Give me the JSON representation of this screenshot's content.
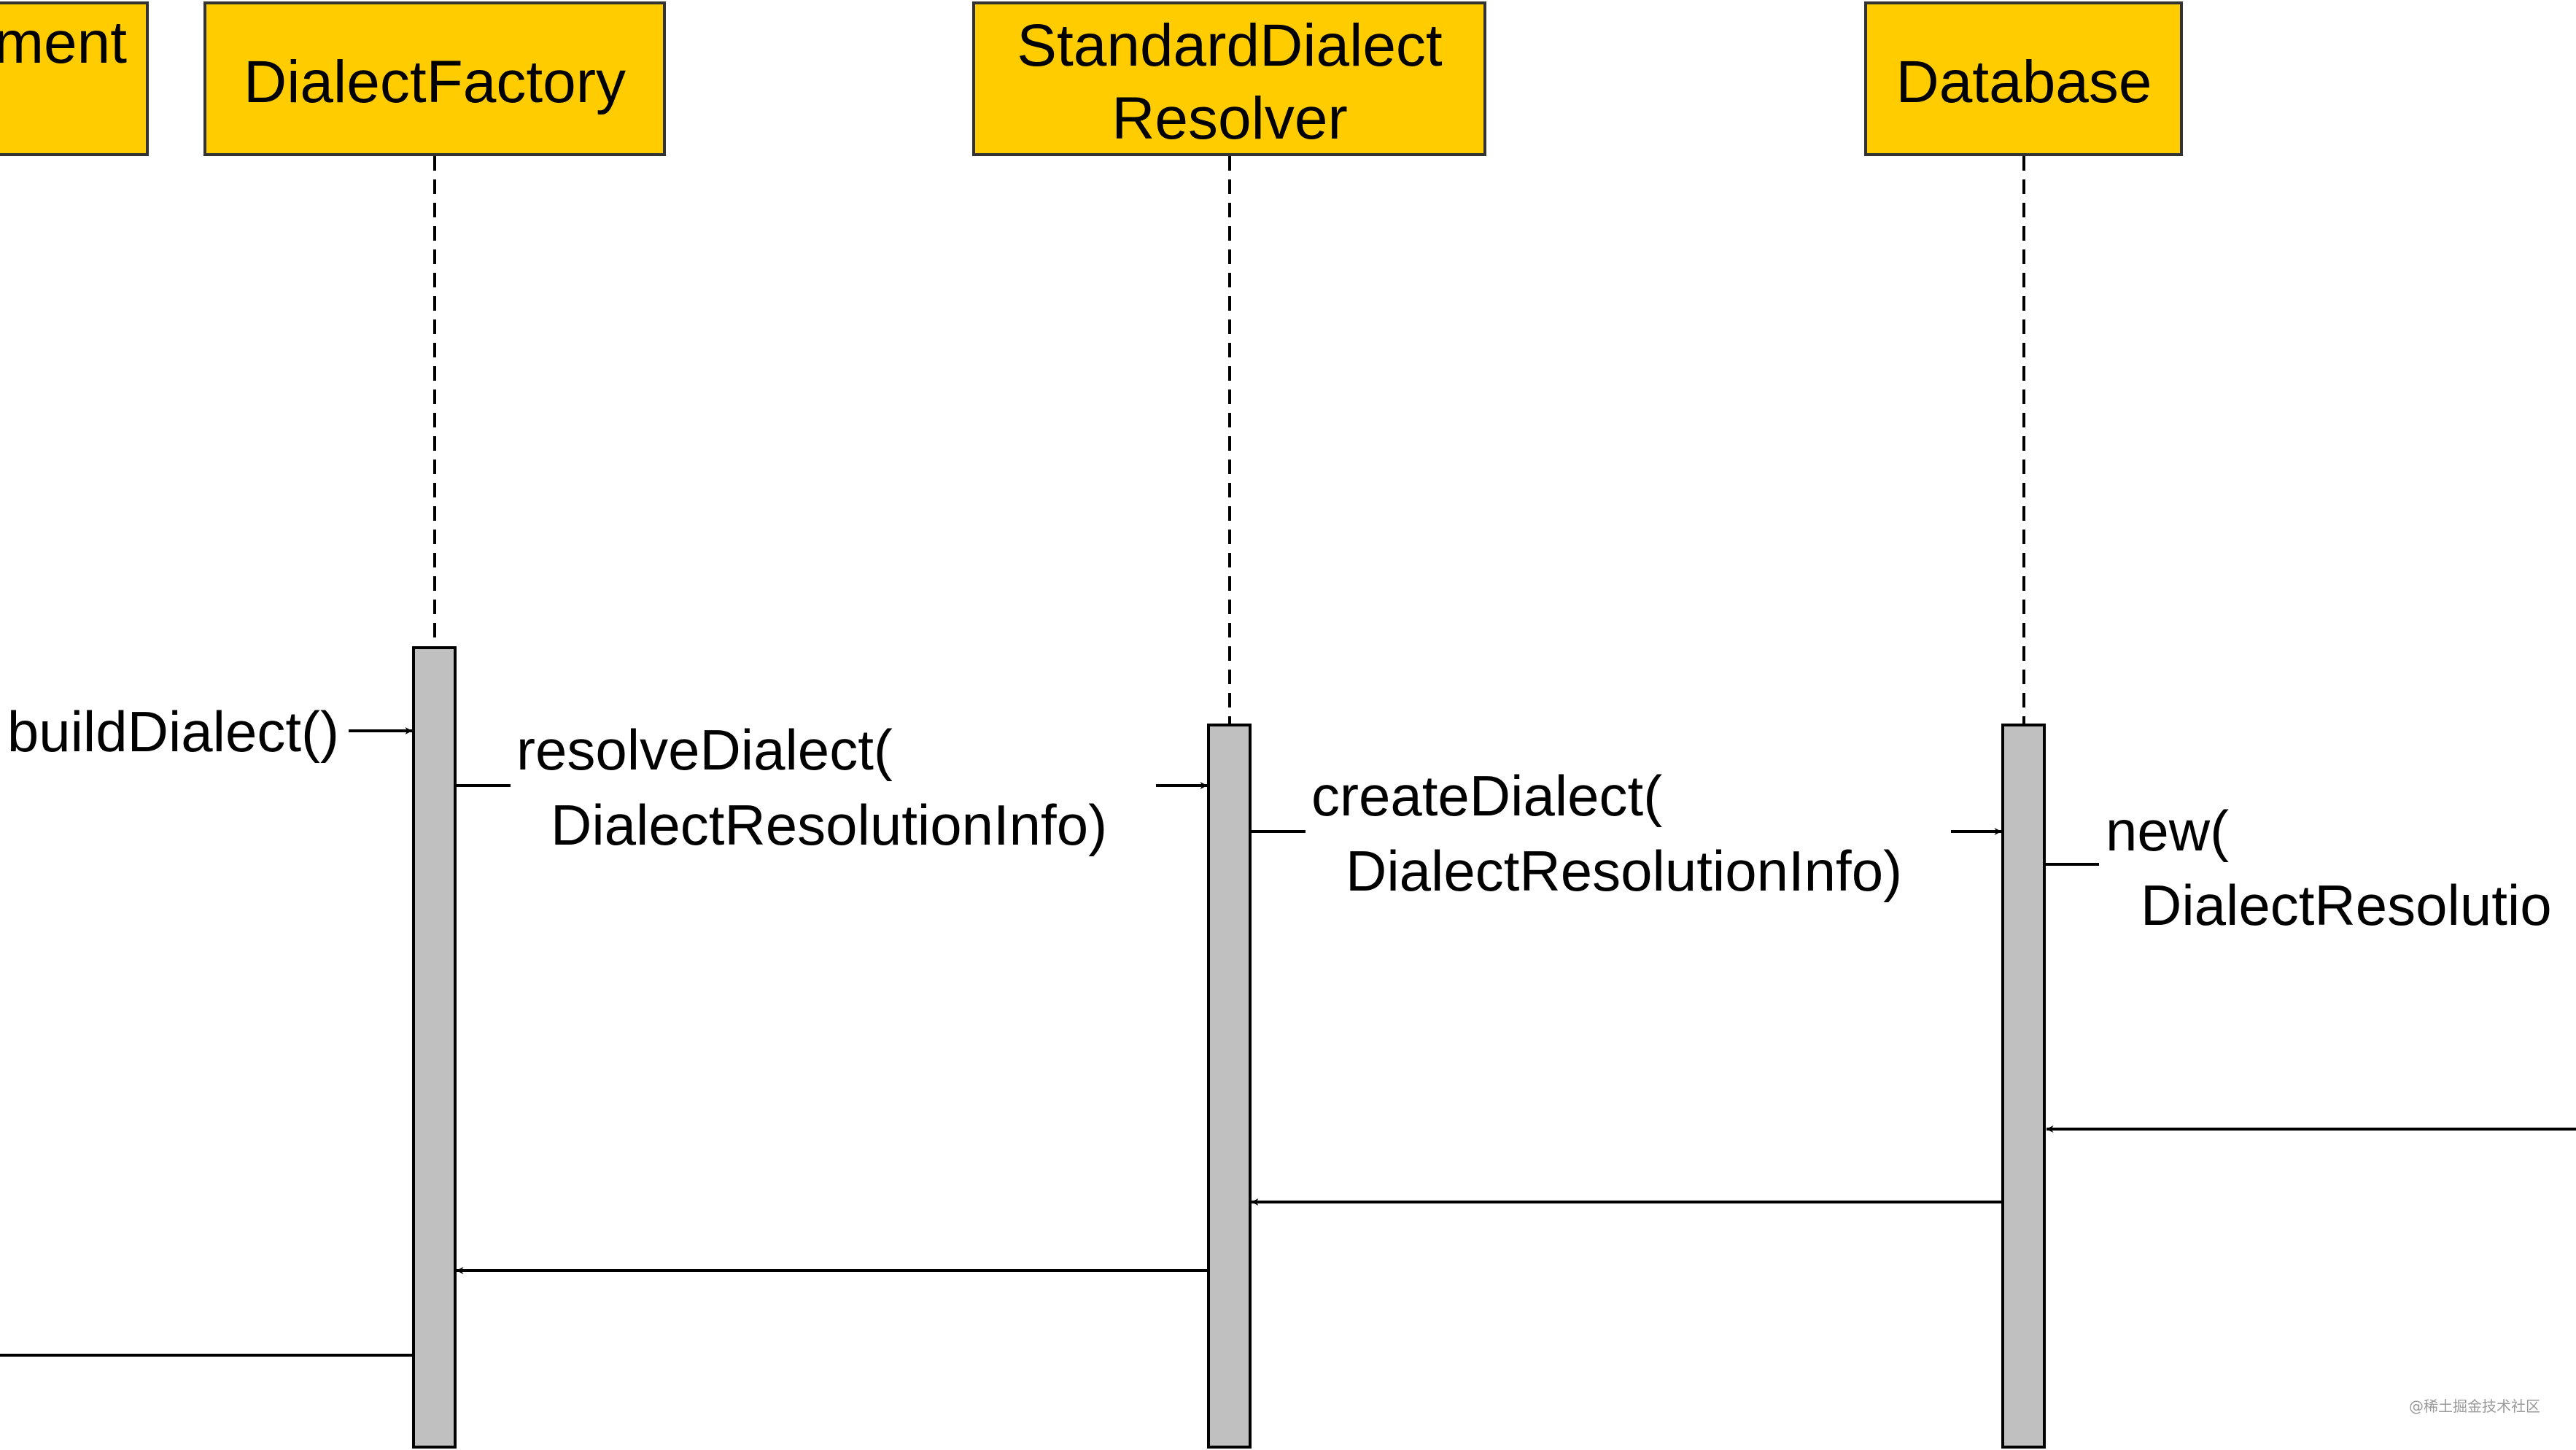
{
  "diagram": {
    "type": "sequence",
    "colors": {
      "participant_fill": "#FFCC00",
      "participant_border": "#333333",
      "activation_fill": "#C0C0C0",
      "line": "#000000"
    },
    "participants": [
      {
        "id": "p0",
        "lines": [
          "ment"
        ]
      },
      {
        "id": "p1",
        "lines": [
          "DialectFactory"
        ]
      },
      {
        "id": "p2",
        "lines": [
          "StandardDialect",
          "Resolver"
        ]
      },
      {
        "id": "p3",
        "lines": [
          "Database"
        ]
      }
    ],
    "messages": [
      {
        "id": "m1",
        "from": "p0",
        "to": "p1",
        "kind": "call",
        "lines": [
          "buildDialect()"
        ]
      },
      {
        "id": "m2",
        "from": "p1",
        "to": "p2",
        "kind": "call",
        "lines": [
          "resolveDialect(",
          "DialectResolutionInfo)"
        ]
      },
      {
        "id": "m3",
        "from": "p2",
        "to": "p3",
        "kind": "call",
        "lines": [
          "createDialect(",
          "DialectResolutionInfo)"
        ]
      },
      {
        "id": "m4",
        "from": "p3",
        "to": "off-right",
        "kind": "call",
        "lines": [
          "new(",
          "DialectResolutio"
        ]
      },
      {
        "id": "r1",
        "from": "off-right",
        "to": "p3",
        "kind": "return"
      },
      {
        "id": "r2",
        "from": "p3",
        "to": "p2",
        "kind": "return"
      },
      {
        "id": "r3",
        "from": "p2",
        "to": "p1",
        "kind": "return"
      },
      {
        "id": "r4",
        "from": "p1",
        "to": "p0",
        "kind": "return"
      }
    ],
    "watermark": "@稀土掘金技术社区"
  }
}
